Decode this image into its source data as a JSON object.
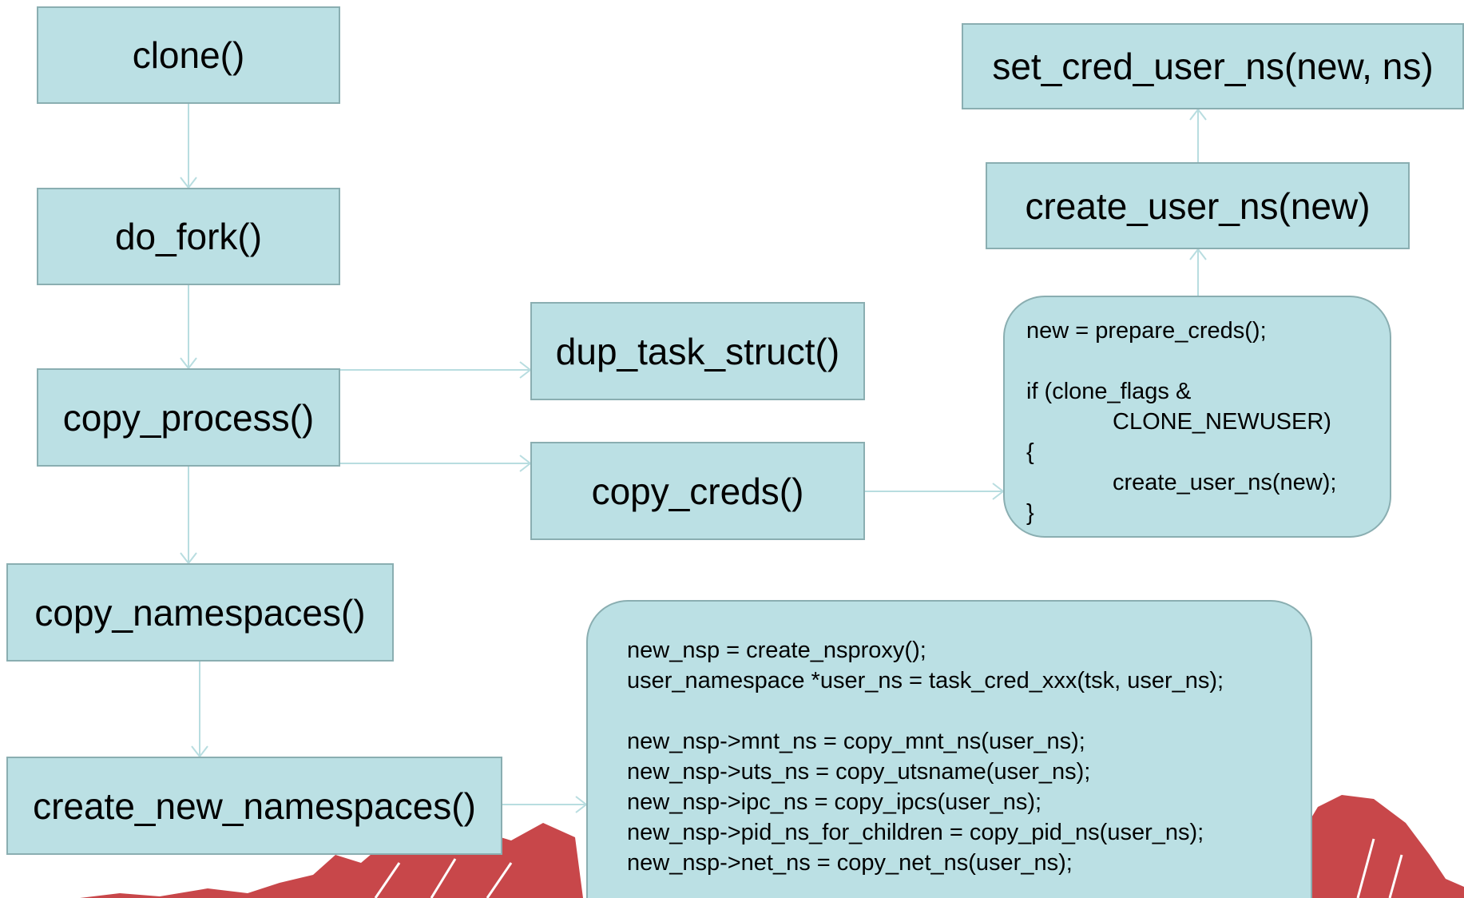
{
  "diagram": {
    "nodes": {
      "clone": "clone()",
      "do_fork": "do_fork()",
      "copy_process": "copy_process()",
      "dup_task_struct": "dup_task_struct()",
      "copy_creds": "copy_creds()",
      "copy_namespaces": "copy_namespaces()",
      "create_new_namespaces": "create_new_namespaces()",
      "create_user_ns": "create_user_ns(new)",
      "set_cred_user_ns": "set_cred_user_ns(new, ns)"
    },
    "creds_code": {
      "line1": "new = prepare_creds();",
      "line2": "if (clone_flags &",
      "line3": "CLONE_NEWUSER)",
      "line4": "{",
      "line5": "create_user_ns(new);",
      "line6": "}"
    },
    "ns_code": {
      "line1": "new_nsp = create_nsproxy();",
      "line2": "user_namespace *user_ns = task_cred_xxx(tsk, user_ns);",
      "line3": "new_nsp->mnt_ns = copy_mnt_ns(user_ns);",
      "line4": "new_nsp->uts_ns = copy_utsname(user_ns);",
      "line5": "new_nsp->ipc_ns = copy_ipcs(user_ns);",
      "line6": "new_nsp->pid_ns_for_children = copy_pid_ns(user_ns);",
      "line7": "new_nsp->net_ns = copy_net_ns(user_ns);"
    },
    "colors": {
      "box_fill": "#bbe0e4",
      "box_border": "#8aaeb1",
      "connector": "#b8dde0",
      "background_mountain": "#c8474a"
    }
  }
}
